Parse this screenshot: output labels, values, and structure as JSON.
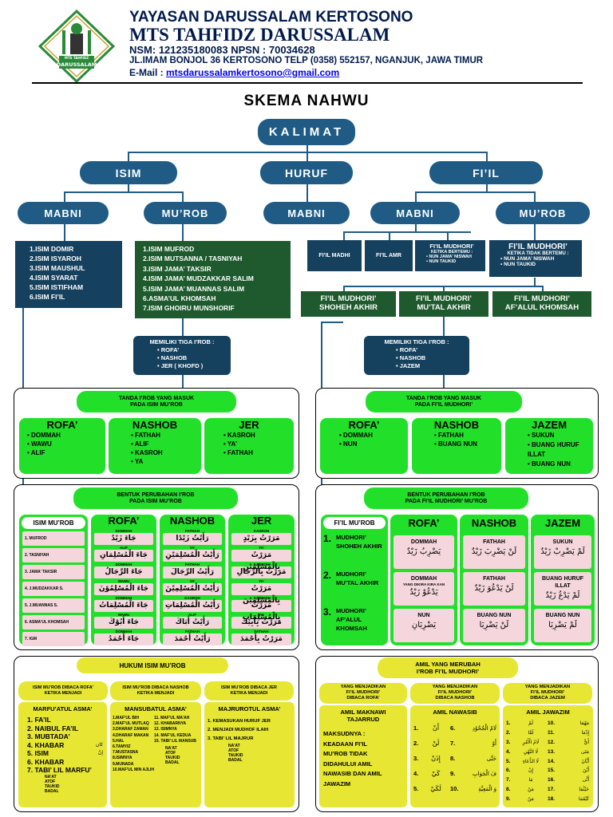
{
  "header": {
    "line1": "YAYASAN DARUSSALAM KERTOSONO",
    "line2": "MTS TAHFIDZ DARUSSALAM",
    "line3": "NSM: 121235180083  NPSN : 70034628",
    "line4": "JL.IMAM BONJOL 36 KERTOSONO TELP (0358) 552157, NGANJUK, JAWA TIMUR",
    "email_label": "E-Mail : ",
    "email": "mtsdarussalamkertosono@gmail.com",
    "logo_top": "MTS TAHFIDZ",
    "logo_main": "DARUSSALAM"
  },
  "title": "SKEMA NAHWU",
  "root": "KALIMAT",
  "level1": [
    "ISIM",
    "HURUF",
    "FI’IL"
  ],
  "level2": {
    "isim_mabni": "MABNI",
    "isim_murob": "MU’ROB",
    "huruf_mabni": "MABNI",
    "fiil_mabni": "MABNI",
    "fiil_murob": "MU’ROB"
  },
  "isim_mabni_list": [
    "1.ISIM DOMIR",
    "2.ISIM ISYAROH",
    "3.ISIM MAUSHUL",
    "4.ISIM SYARAT",
    "5.ISIM ISTIFHAM",
    "6.ISIM FI’IL"
  ],
  "isim_murob_list": [
    "1.ISIM MUFROD",
    "2.ISIM MUTSANNA / TASNIYAH",
    "3.ISIM JAMA’ TAKSIR",
    "4.ISIM JAMA’ MUDZAKKAR SALIM",
    "5.ISIM JAMA’ MUANNAS SALIM",
    "6.ASMA’UL KHOMSAH",
    "7.ISIM GHOIRU MUNSHORIF"
  ],
  "fiil_mabni": {
    "madhi": "FI’IL MADHI",
    "amr": "FI’IL AMR",
    "mudhori_title": "FI’IL MUDHORI’",
    "mudhori_sub": "KETIKA BERTEMU :",
    "mudhori_items": [
      "NUN JAMA’ NISWAH",
      "NUN TAUKID"
    ]
  },
  "fiil_murob_box": {
    "title": "FI’IL MUDHORI’",
    "sub": "KETIKA TIDAK BERTEMU :",
    "items": [
      "NUN JAMA’ NISWAH",
      "NUN TAUKID"
    ]
  },
  "fiil_murob_types": [
    {
      "l1": "FI’IL MUDHORI’",
      "l2": "SHOHEH AKHIR"
    },
    {
      "l1": "FI’IL MUDHORI’",
      "l2": "MU’TAL AKHIR"
    },
    {
      "l1": "FI’IL MUDHORI’",
      "l2": "AF’ALUL KHOMSAH"
    }
  ],
  "irob_isim": {
    "title": "MEMILIKI TIGA I’ROB :",
    "items": [
      "ROFA’",
      "NASHOB",
      "JER ( KHOFD )"
    ]
  },
  "irob_fiil": {
    "title": "MEMILIKI TIGA I’ROB :",
    "items": [
      "ROFA’",
      "NASHOB",
      "JAZEM"
    ]
  },
  "tanda_isim": {
    "title1": "TANDA I’ROB YANG MASUK",
    "title2": "PADA ISIM MU’ROB",
    "cols": [
      {
        "head": "ROFA’",
        "items": [
          "DOMMAH",
          "WAWU",
          "ALIF"
        ]
      },
      {
        "head": "NASHOB",
        "items": [
          "FATHAH",
          "ALIF",
          "KASROH",
          "YA"
        ]
      },
      {
        "head": "JER",
        "items": [
          "KASROH",
          "YA’",
          "FATHAH"
        ]
      }
    ]
  },
  "tanda_fiil": {
    "title1": "TANDA I’ROB YANG MASUK",
    "title2": "PADA FI’IL MUDHORI’",
    "cols": [
      {
        "head": "ROFA’",
        "items": [
          "DOMMAH",
          "NUN"
        ]
      },
      {
        "head": "NASHOB",
        "items": [
          "FATHAH",
          "BUANG NUN"
        ]
      },
      {
        "head": "JAZEM",
        "items": [
          "SUKUN",
          "BUANG HURUF ILLAT",
          "BUANG NUN"
        ]
      }
    ]
  },
  "bentuk_isim": {
    "title1": "BENTUK PERUBAHAN I’ROB",
    "title2": "PADA ISIM MU’ROB",
    "label_head": "ISIM MU’ROB",
    "labels": [
      "1.    MUFROD",
      "2.    TASNIYAH",
      "3.    JAMA’ TAKSIR",
      "4.    J.MUDZAKKAR S.",
      "5.    J.MUANNAS S.",
      "6.    ASMA’UL KHOMSAH",
      "7.    IGM"
    ],
    "cols": [
      {
        "head": "ROFA’",
        "caps": [
          "DOMMAH",
          "ALIF",
          "DOMMAH",
          "WAWU",
          "DOMMAH",
          "WAWU",
          "DOMMAH"
        ],
        "cells": [
          "جَاءَ زَيْدٌ",
          "جَاءَ الْمُسْلِمَانِ",
          "جَاءَ الرِّجَالُ",
          "جَاءَ الْمُسْلِمُوْنَ",
          "جَاءَ الْمُسْلِمَاتُ",
          "جَاءَ أَبُوْكَ",
          "جَاءَ أَحْمَدُ"
        ]
      },
      {
        "head": "NASHOB",
        "caps": [
          "FATHAH",
          "YA’",
          "FATHAH",
          "YA’",
          "KASROH",
          "ALIF",
          "FATHAH"
        ],
        "cells": [
          "رَأَيْتُ زَيْدًا",
          "رَأَيْتُ الْمُسْلِمَيْنِ",
          "رَأَيْتُ الرِّجَالَ",
          "رَأَيْتُ الْمُسْلِمِيْنَ",
          "رَأَيْتُ الْمُسْلِمَاتِ",
          "رَأَيْتُ أَبَاكَ",
          "رَأَيْتُ أَحْمَدَ"
        ]
      },
      {
        "head": "JER",
        "caps": [
          "KASROH",
          "YA’",
          "KASROH",
          "YA’",
          "KASROH",
          "YA’",
          "FATHAH"
        ],
        "cells": [
          "مَرَرْتُ بِزَيْدٍ",
          "مَرَرْتُ بِالْمُسْلِمَيْنِ",
          "مَرَرْتُ بِالرِّجَالِ",
          "مَرَرْتُ بِالْمُسْلِمِيْنَ",
          "مَرَرْتُ بِالْمُسْلِمَاتِ",
          "مَرَرْتُ بِأَبِيْكَ",
          "مَرَرْتُ بِأَحْمَدَ"
        ]
      }
    ]
  },
  "bentuk_fiil": {
    "title1": "BENTUK PERUBAHAN I’ROB",
    "title2": "PADA FI’IL MUDHORI’ MU’ROB",
    "label_head": "FI’IL MU’ROB",
    "rows": [
      {
        "num": "1.",
        "text": "MUDHORI’ SHOHEH AKHIR"
      },
      {
        "num": "2.",
        "text": "MUDHORI’ MU’TAL AKHIR"
      },
      {
        "num": "3.",
        "text": "MUDHORI’ AF’ALUL KHOMSAH"
      }
    ],
    "cols": [
      {
        "head": "ROFA’",
        "caps": [
          "DOMMAH",
          "DOMMAH",
          "NUN"
        ],
        "subcap": "YANG DIKIRA KIRA KAN",
        "cells": [
          "يَضْرِبُ زَيْدٌ",
          "يَدْعُوْ زَيْدٌ",
          "يَضْرِبَانِ"
        ]
      },
      {
        "head": "NASHOB",
        "caps": [
          "FATHAH",
          "FATHAH",
          "BUANG NUN"
        ],
        "cells": [
          "لَنْ يَضْرِبَ زَيْدٌ",
          "لَنْ يَدْعُوَ زَيْدٌ",
          "لَنْ يَضْرِبَا"
        ]
      },
      {
        "head": "JAZEM",
        "caps": [
          "SUKUN",
          "BUANG HURUF ILLAT",
          "BUANG NUN"
        ],
        "cells": [
          "لَمْ يَضْرِبْ زَيْدٌ",
          "لَمْ يَدْعُ زَيْدٌ",
          "لَمْ يَضْرِبَا"
        ]
      }
    ]
  },
  "hukum": {
    "title": "HUKUM ISIM MU’ROB",
    "heads": [
      {
        "l1": "ISIM MU’ROB DIBACA ROFA’",
        "l2": "KETIKA MENJADI"
      },
      {
        "l1": "ISIM MU’ROB DIBACA NASHOB",
        "l2": "KETIKA MENJADI"
      },
      {
        "l1": "ISIM MU’ROB DIBACA JER",
        "l2": "KETIKA MENJADI"
      }
    ],
    "rofa": {
      "head": "MARFU’ATUL ASMA’",
      "items": [
        "1. FA’IL",
        "2. NAIBUL FA’IL",
        "3. MUBTADA’",
        "4. KHABAR",
        "5. ISIM",
        "6. KHABAR",
        "7. TABI’ LIL MARFU’"
      ],
      "side": [
        "كان",
        "إنّ"
      ],
      "sub": [
        "NA’AT",
        "ATOF",
        "TAUKID",
        "BADAL"
      ]
    },
    "nashob": {
      "head": "MANSUBATUL ASMA’",
      "left": [
        "1.MAF’UL BIH",
        "2.MAF’UL MUTLAQ",
        "3.DHARAF ZAMAN",
        "4.DHARAF MAKAN",
        "5.HAL",
        "6.TAMYIZ",
        "7.MUSTASNA",
        "8.ISIMNYA",
        "9.MUNADA",
        "10.MAF’UL MIN AJLIH"
      ],
      "right": [
        "11. MAF’UL MA’AH",
        "12. KHABARNYA",
        "13. ISIMNYA",
        "14. MAF’UL KEDUA",
        "15. TABI’ LIL MANSUB"
      ],
      "sub": [
        "NA’AT",
        "ATOF",
        "TAUKID",
        "BADAL"
      ]
    },
    "jer": {
      "head": "MAJRUROTUL ASMA’",
      "items": [
        "1. KEMASUKAN HURUF JER",
        "2. MENJADI MUDHOF ILAIH",
        "3. TABI’ LIL MAJRUR"
      ],
      "sub": [
        "NA’AT",
        "ATOF",
        "TAUKID",
        "BADAL"
      ]
    }
  },
  "amil": {
    "title1": "AMIL YANG MERUBAH",
    "title2": "I’ROB FI’IL MUDHORI’",
    "heads": [
      {
        "l1": "YANG MENJADIKAN",
        "l2": "FI’IL MUDHORI’",
        "l3": "DIBACA ROFA’"
      },
      {
        "l1": "YANG MENJADIKAN",
        "l2": "FI’IL MUDHORI’",
        "l3": "DIBACA NASHOB"
      },
      {
        "l1": "YANG MENJADIKAN",
        "l2": "FI’IL MUDHORI’",
        "l3": "DIBACA JAZEM"
      }
    ],
    "rofa": {
      "head": "AMIL MAKNAWI TAJARRUD",
      "body": [
        "MAKSUDNYA :",
        "KEADAAN FI’IL",
        "MU’ROB TIDAK",
        "DIDAHULUI AMIL",
        "NAWASIB DAN AMIL",
        "JAWAZIM"
      ]
    },
    "nashob": {
      "head": "AMIL NAWASIB",
      "items": [
        [
          "1.",
          "أَنْ",
          "6.",
          "لَامُ الْجُحُوْدِ"
        ],
        [
          "2.",
          "لَنْ",
          "7.",
          "أَوْ"
        ],
        [
          "3.",
          "إِذَنْ",
          "8.",
          "حَتَّى"
        ],
        [
          "4.",
          "كَيْ",
          "9.",
          "فَ الْجَوَابِ"
        ],
        [
          "5.",
          "لَكَيْ",
          "10.",
          "وَ الْمَعِيَّةِ"
        ]
      ]
    },
    "jazem": {
      "head": "AMIL JAWAZIM",
      "items": [
        [
          "1.",
          "لَمْ",
          "10.",
          "مَهْمَا"
        ],
        [
          "2.",
          "لَمَّا",
          "11.",
          "إِذْمَا"
        ],
        [
          "3.",
          "لَامُ الْأَمْرِ",
          "12.",
          "أَيٌّ"
        ],
        [
          "4.",
          "لَا النَّهْيِ",
          "13.",
          "مَتَى"
        ],
        [
          "5.",
          "لَا الدُّعَاءِ",
          "14.",
          "أَيَّانَ"
        ],
        [
          "6.",
          "إِنْ",
          "15.",
          "أَيْنَ"
        ],
        [
          "7.",
          "مَا",
          "16.",
          "أَنَّى"
        ],
        [
          "8.",
          "مَنْ",
          "17.",
          "حَيْثُمَا"
        ],
        [
          "9.",
          "مَنْ",
          "18.",
          "كَيْفَمَا"
        ]
      ]
    }
  },
  "colors": {
    "blue": "#1f5b85",
    "navy": "#16415e",
    "dark_green": "#1e5a2d",
    "green": "#22e02a",
    "yellow": "#e6e633",
    "pink": "#f4d6dc"
  }
}
